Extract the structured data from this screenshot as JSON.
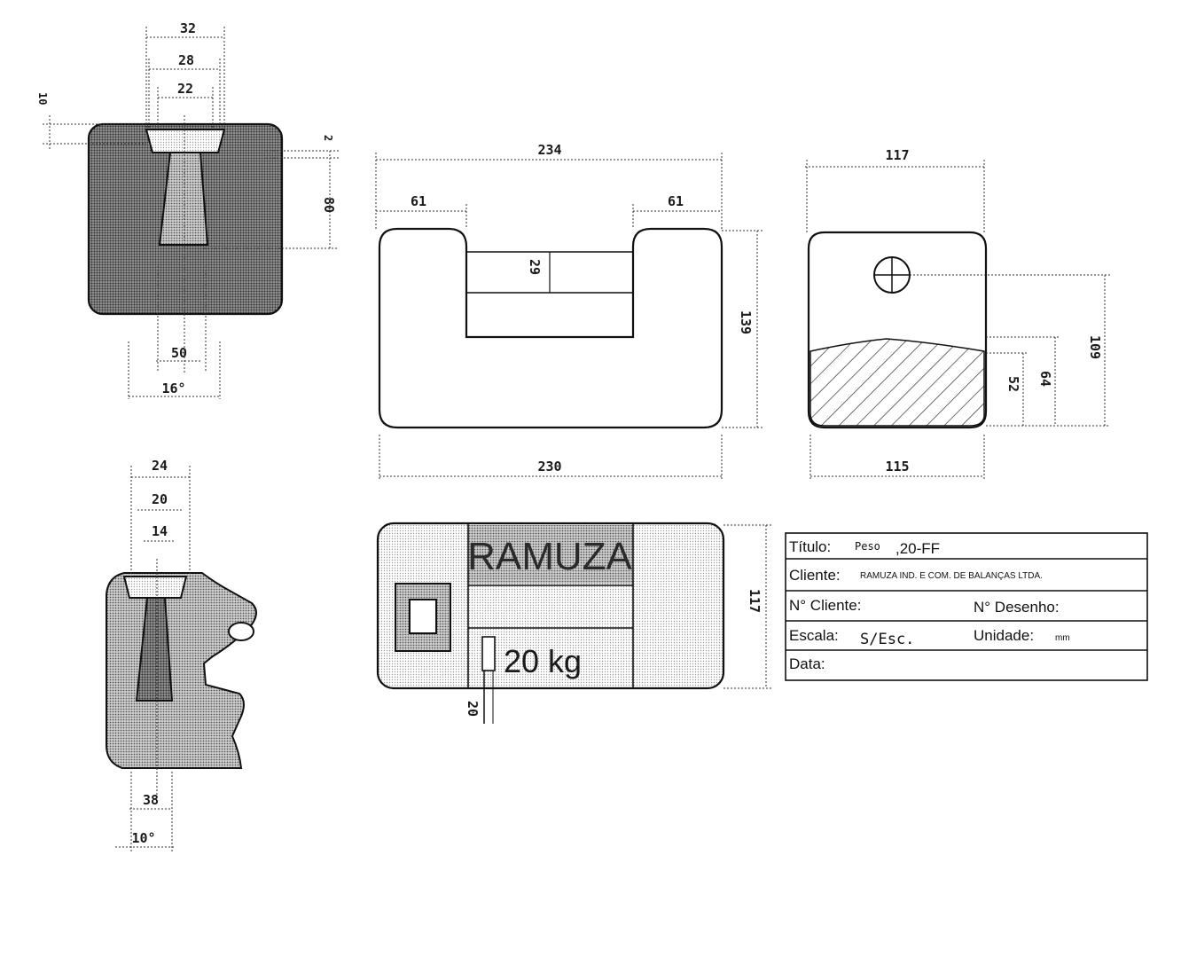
{
  "top_view_dims": [
    "32",
    "28",
    "22",
    "10",
    "2",
    "80",
    "50",
    "16°"
  ],
  "side_view_dims": [
    "24",
    "20",
    "14",
    "38",
    "10°"
  ],
  "front_view_dims": [
    "234",
    "61",
    "61",
    "29",
    "139",
    "230"
  ],
  "right_view_dims": [
    "117",
    "109",
    "64",
    "52",
    "115"
  ],
  "plan_view": {
    "brand": "RAMUZA",
    "mass": "20 kg",
    "dim_height": "117",
    "dim_left": "20"
  },
  "title_block": {
    "titulo_label": "Título:",
    "titulo_value_1": "Peso",
    "titulo_value_2": ",20-FF",
    "cliente_label": "Cliente:",
    "cliente_value": "RAMUZA IND. E COM. DE BALANÇAS LTDA.",
    "n_cliente_label": "N° Cliente:",
    "n_desenho_label": "N° Desenho:",
    "escala_label": "Escala:",
    "escala_value": "S/Esc.",
    "unidade_label": "Unidade:",
    "unidade_value": "mm",
    "data_label": "Data:"
  },
  "colors": {
    "ink": "#111111",
    "shade": "#8a8a8a"
  }
}
